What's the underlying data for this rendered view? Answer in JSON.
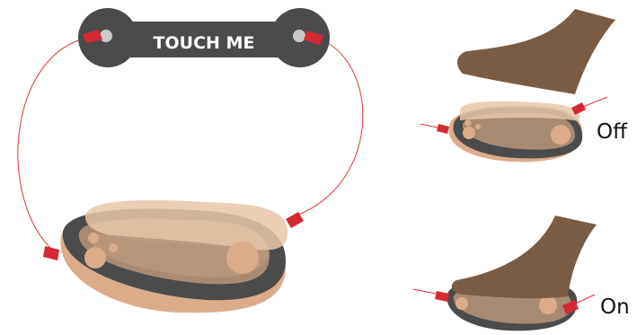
{
  "button": {
    "label": "TOUCH ME"
  },
  "states": [
    {
      "label": "Off"
    },
    {
      "label": "On"
    }
  ],
  "colors": {
    "dark_gray": "#4b4b4b",
    "skin": "#dcac8a",
    "skin_light": "#e8c7a8",
    "foot": "#7a5c44",
    "connector": "#d62833",
    "wire": "#e0323a",
    "contact": "#c9c9c9"
  }
}
